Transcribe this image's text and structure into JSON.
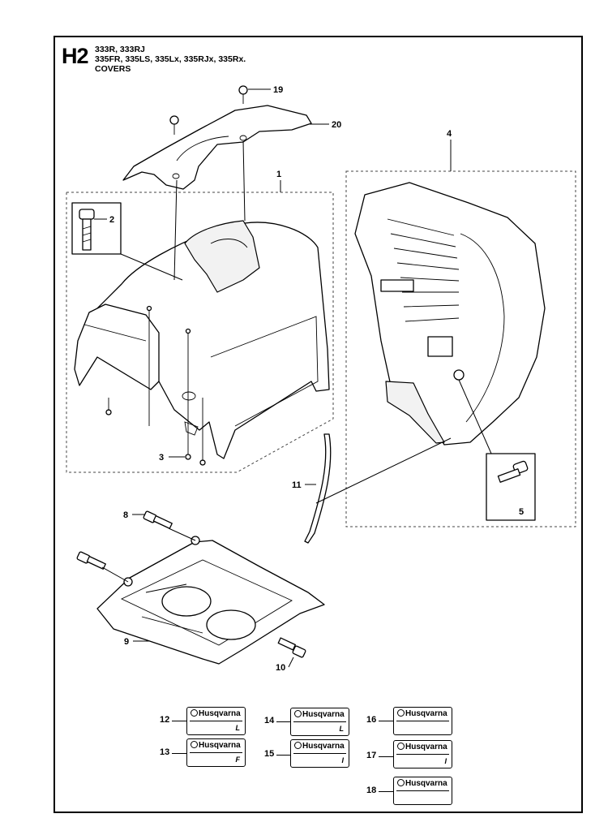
{
  "header": {
    "section_code": "H2",
    "models_line1": "333R, 333RJ",
    "models_line2": "335FR, 335LS, 335Lx, 335RJx, 335Rx.",
    "title": "COVERS"
  },
  "callouts": [
    "1",
    "2",
    "3",
    "4",
    "5",
    "8",
    "9",
    "10",
    "11",
    "19",
    "20"
  ],
  "decals": {
    "brand": "Husqvarna",
    "items": [
      {
        "num": "12",
        "mark": "L"
      },
      {
        "num": "13",
        "mark": "F"
      },
      {
        "num": "14",
        "mark": "L"
      },
      {
        "num": "15",
        "mark": "I"
      },
      {
        "num": "16",
        "mark": ""
      },
      {
        "num": "17",
        "mark": "I"
      },
      {
        "num": "18",
        "mark": ""
      }
    ]
  }
}
